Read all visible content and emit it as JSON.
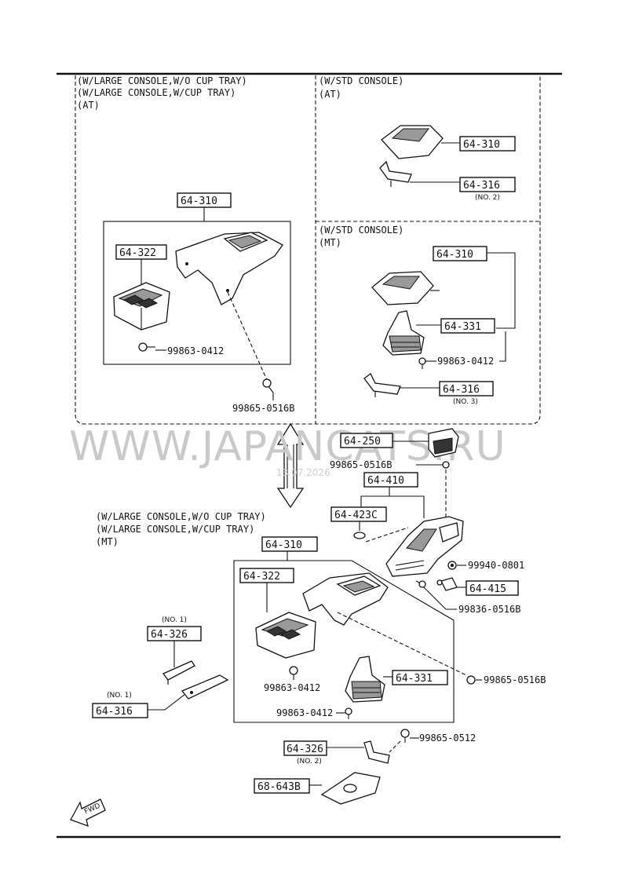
{
  "watermark": {
    "site": "WWW.JAPANCATS.RU",
    "date": "13.07.2026"
  },
  "groups": {
    "large_at_line1": "(W/LARGE CONSOLE,W/O CUP TRAY)",
    "large_at_line2": "(W/LARGE CONSOLE,W/CUP TRAY)",
    "large_at_line3": "(AT)",
    "std_at_line1": "(W/STD CONSOLE)",
    "std_at_line2": "(AT)",
    "std_mt_line1": "(W/STD CONSOLE)",
    "std_mt_line2": "(MT)",
    "large_mt_line1": "(W/LARGE CONSOLE,W/O CUP TRAY)",
    "large_mt_line2": "(W/LARGE CONSOLE,W/CUP TRAY)",
    "large_mt_line3": "(MT)"
  },
  "parts": {
    "p64_310": "64-310",
    "p64_322": "64-322",
    "p64_316": "64-316",
    "p64_331": "64-331",
    "p64_250": "64-250",
    "p64_410": "64-410",
    "p64_423c": "64-423C",
    "p64_415": "64-415",
    "p64_326": "64-326",
    "p68_643b": "68-643B"
  },
  "notes": {
    "no1": "(NO. 1)",
    "no2": "(NO. 2)",
    "no3": "(NO. 3)"
  },
  "fasteners": {
    "f99863_0412": "99863-0412",
    "f99865_0516b": "99865-0516B",
    "f99940_0801": "99940-0801",
    "f99836_0516b": "99836-0516B",
    "f99865_0512": "99865-0512"
  },
  "fwd_label": "FWD"
}
